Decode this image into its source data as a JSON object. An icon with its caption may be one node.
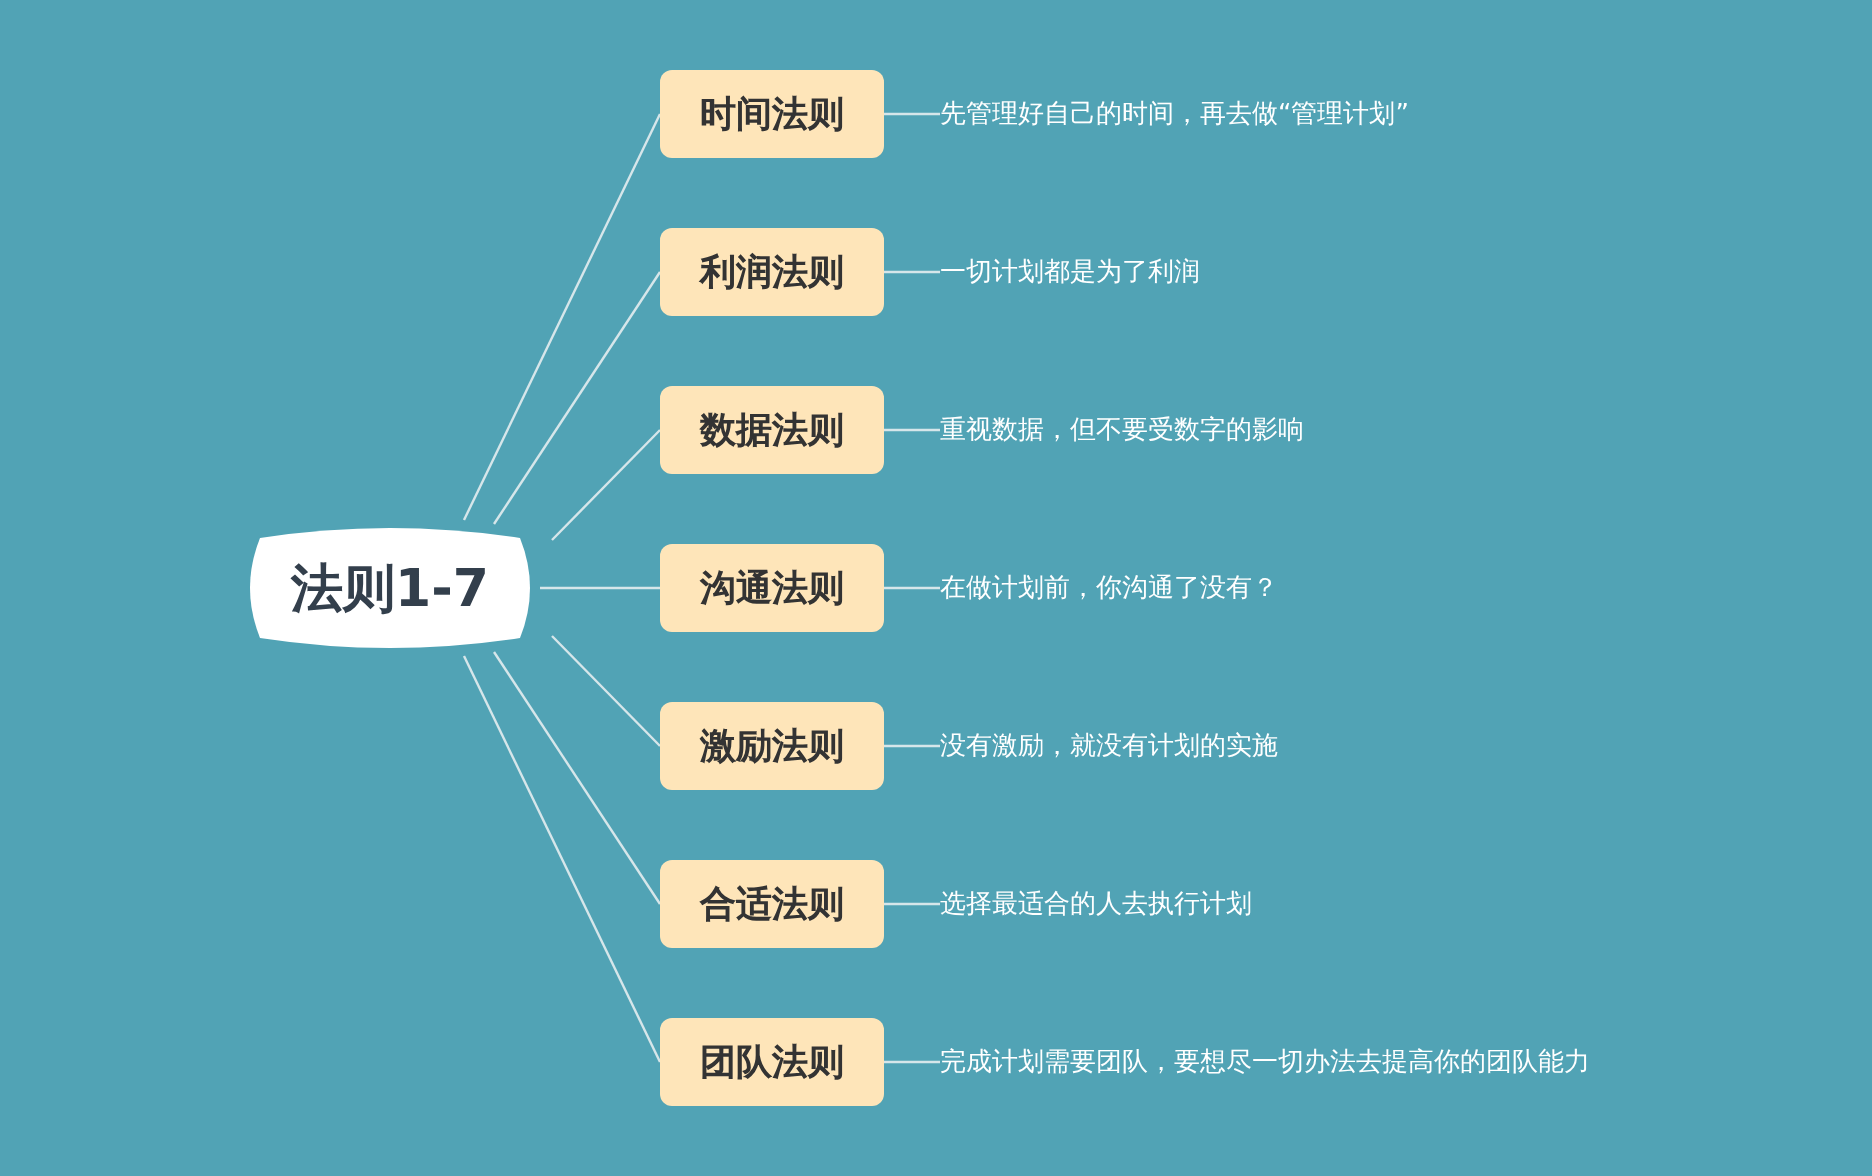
{
  "diagram": {
    "nodes": [
      {
        "text": [
          "法则1-7"
        ]
      },
      {
        "text": [
          "时间法则"
        ]
      },
      {
        "text": [
          "利润法则"
        ]
      },
      {
        "text": [
          "数据法则"
        ]
      },
      {
        "text": [
          "沟通法则"
        ]
      },
      {
        "text": [
          "激励法则"
        ]
      },
      {
        "text": [
          "合适法则"
        ]
      },
      {
        "text": [
          "团队法则"
        ]
      },
      {
        "text": [
          "先管理好自己的时间，再去做“管理计划”"
        ]
      },
      {
        "text": [
          "一切计划都是为了利润"
        ]
      },
      {
        "text": [
          "重视数据，但不要受数字的影响"
        ]
      },
      {
        "text": [
          "在做计划前，你沟通了没有？"
        ]
      },
      {
        "text": [
          "没有激励，就没有计划的实施"
        ]
      },
      {
        "text": [
          "选择最适合的人去执行计划"
        ]
      },
      {
        "text": [
          "完成计划需要团队，要想尽一切办法去提高你的团队能力"
        ]
      }
    ],
    "edges": [
      {
        "from": 0,
        "to": 1,
        "arrow": "none"
      },
      {
        "from": 0,
        "to": 2,
        "arrow": "none"
      },
      {
        "from": 0,
        "to": 3,
        "arrow": "none"
      },
      {
        "from": 0,
        "to": 4,
        "arrow": "none"
      },
      {
        "from": 0,
        "to": 5,
        "arrow": "none"
      },
      {
        "from": 0,
        "to": 6,
        "arrow": "none"
      },
      {
        "from": 0,
        "to": 7,
        "arrow": "none"
      },
      {
        "from": 1,
        "to": 8,
        "arrow": "none"
      },
      {
        "from": 2,
        "to": 9,
        "arrow": "none"
      },
      {
        "from": 3,
        "to": 10,
        "arrow": "none"
      },
      {
        "from": 4,
        "to": 11,
        "arrow": "none"
      },
      {
        "from": 5,
        "to": 12,
        "arrow": "none"
      },
      {
        "from": 6,
        "to": 13,
        "arrow": "none"
      },
      {
        "from": 7,
        "to": 14,
        "arrow": "none"
      }
    ]
  }
}
